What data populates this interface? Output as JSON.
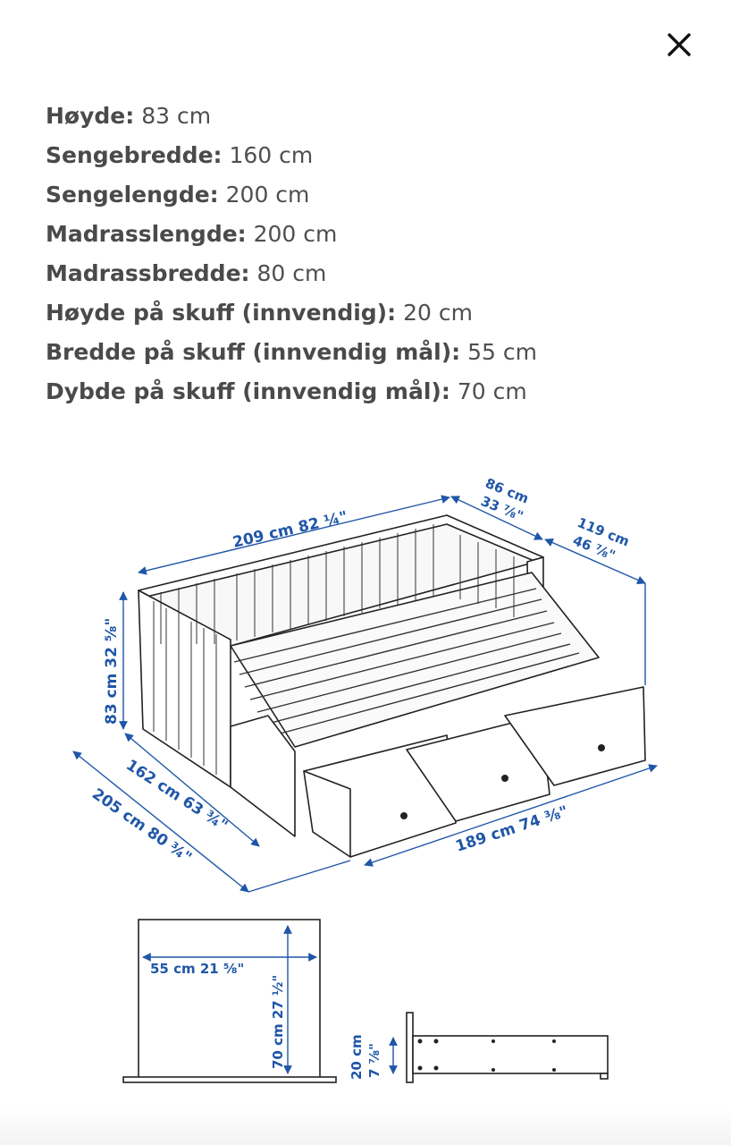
{
  "close_icon": "close-icon",
  "colors": {
    "dimension_text": "#1f56a8",
    "spec_text": "#484848",
    "line": "#222222"
  },
  "specs": [
    {
      "label": "Høyde:",
      "value": "83 cm"
    },
    {
      "label": "Sengebredde:",
      "value": "160 cm"
    },
    {
      "label": "Sengelengde:",
      "value": "200 cm"
    },
    {
      "label": "Madrasslengde:",
      "value": "200 cm"
    },
    {
      "label": "Madrassbredde:",
      "value": "80 cm"
    },
    {
      "label": "Høyde på skuff (innvendig):",
      "value": "20 cm"
    },
    {
      "label": "Bredde på skuff (innvendig mål):",
      "value": "55 cm"
    },
    {
      "label": "Dybde på skuff (innvendig mål):",
      "value": "70 cm"
    }
  ],
  "drawing_dims": {
    "length_top": "209 cm 82 ¼\"",
    "depth_top_cm": "86 cm",
    "depth_top_in": "33 ⅞\"",
    "extended_cm": "119 cm",
    "extended_in": "46 ⅞\"",
    "height": "83 cm 32 ⅝\"",
    "width_162": "162 cm 63 ¾\"",
    "width_205": "205 cm 80 ¾\"",
    "length_189": "189 cm 74 ⅜\"",
    "drawer_width": "55 cm 21 ⅝\"",
    "drawer_depth": "70 cm 27 ½\"",
    "drawer_height_cm": "20 cm",
    "drawer_height_in": "7 ⅞\""
  }
}
